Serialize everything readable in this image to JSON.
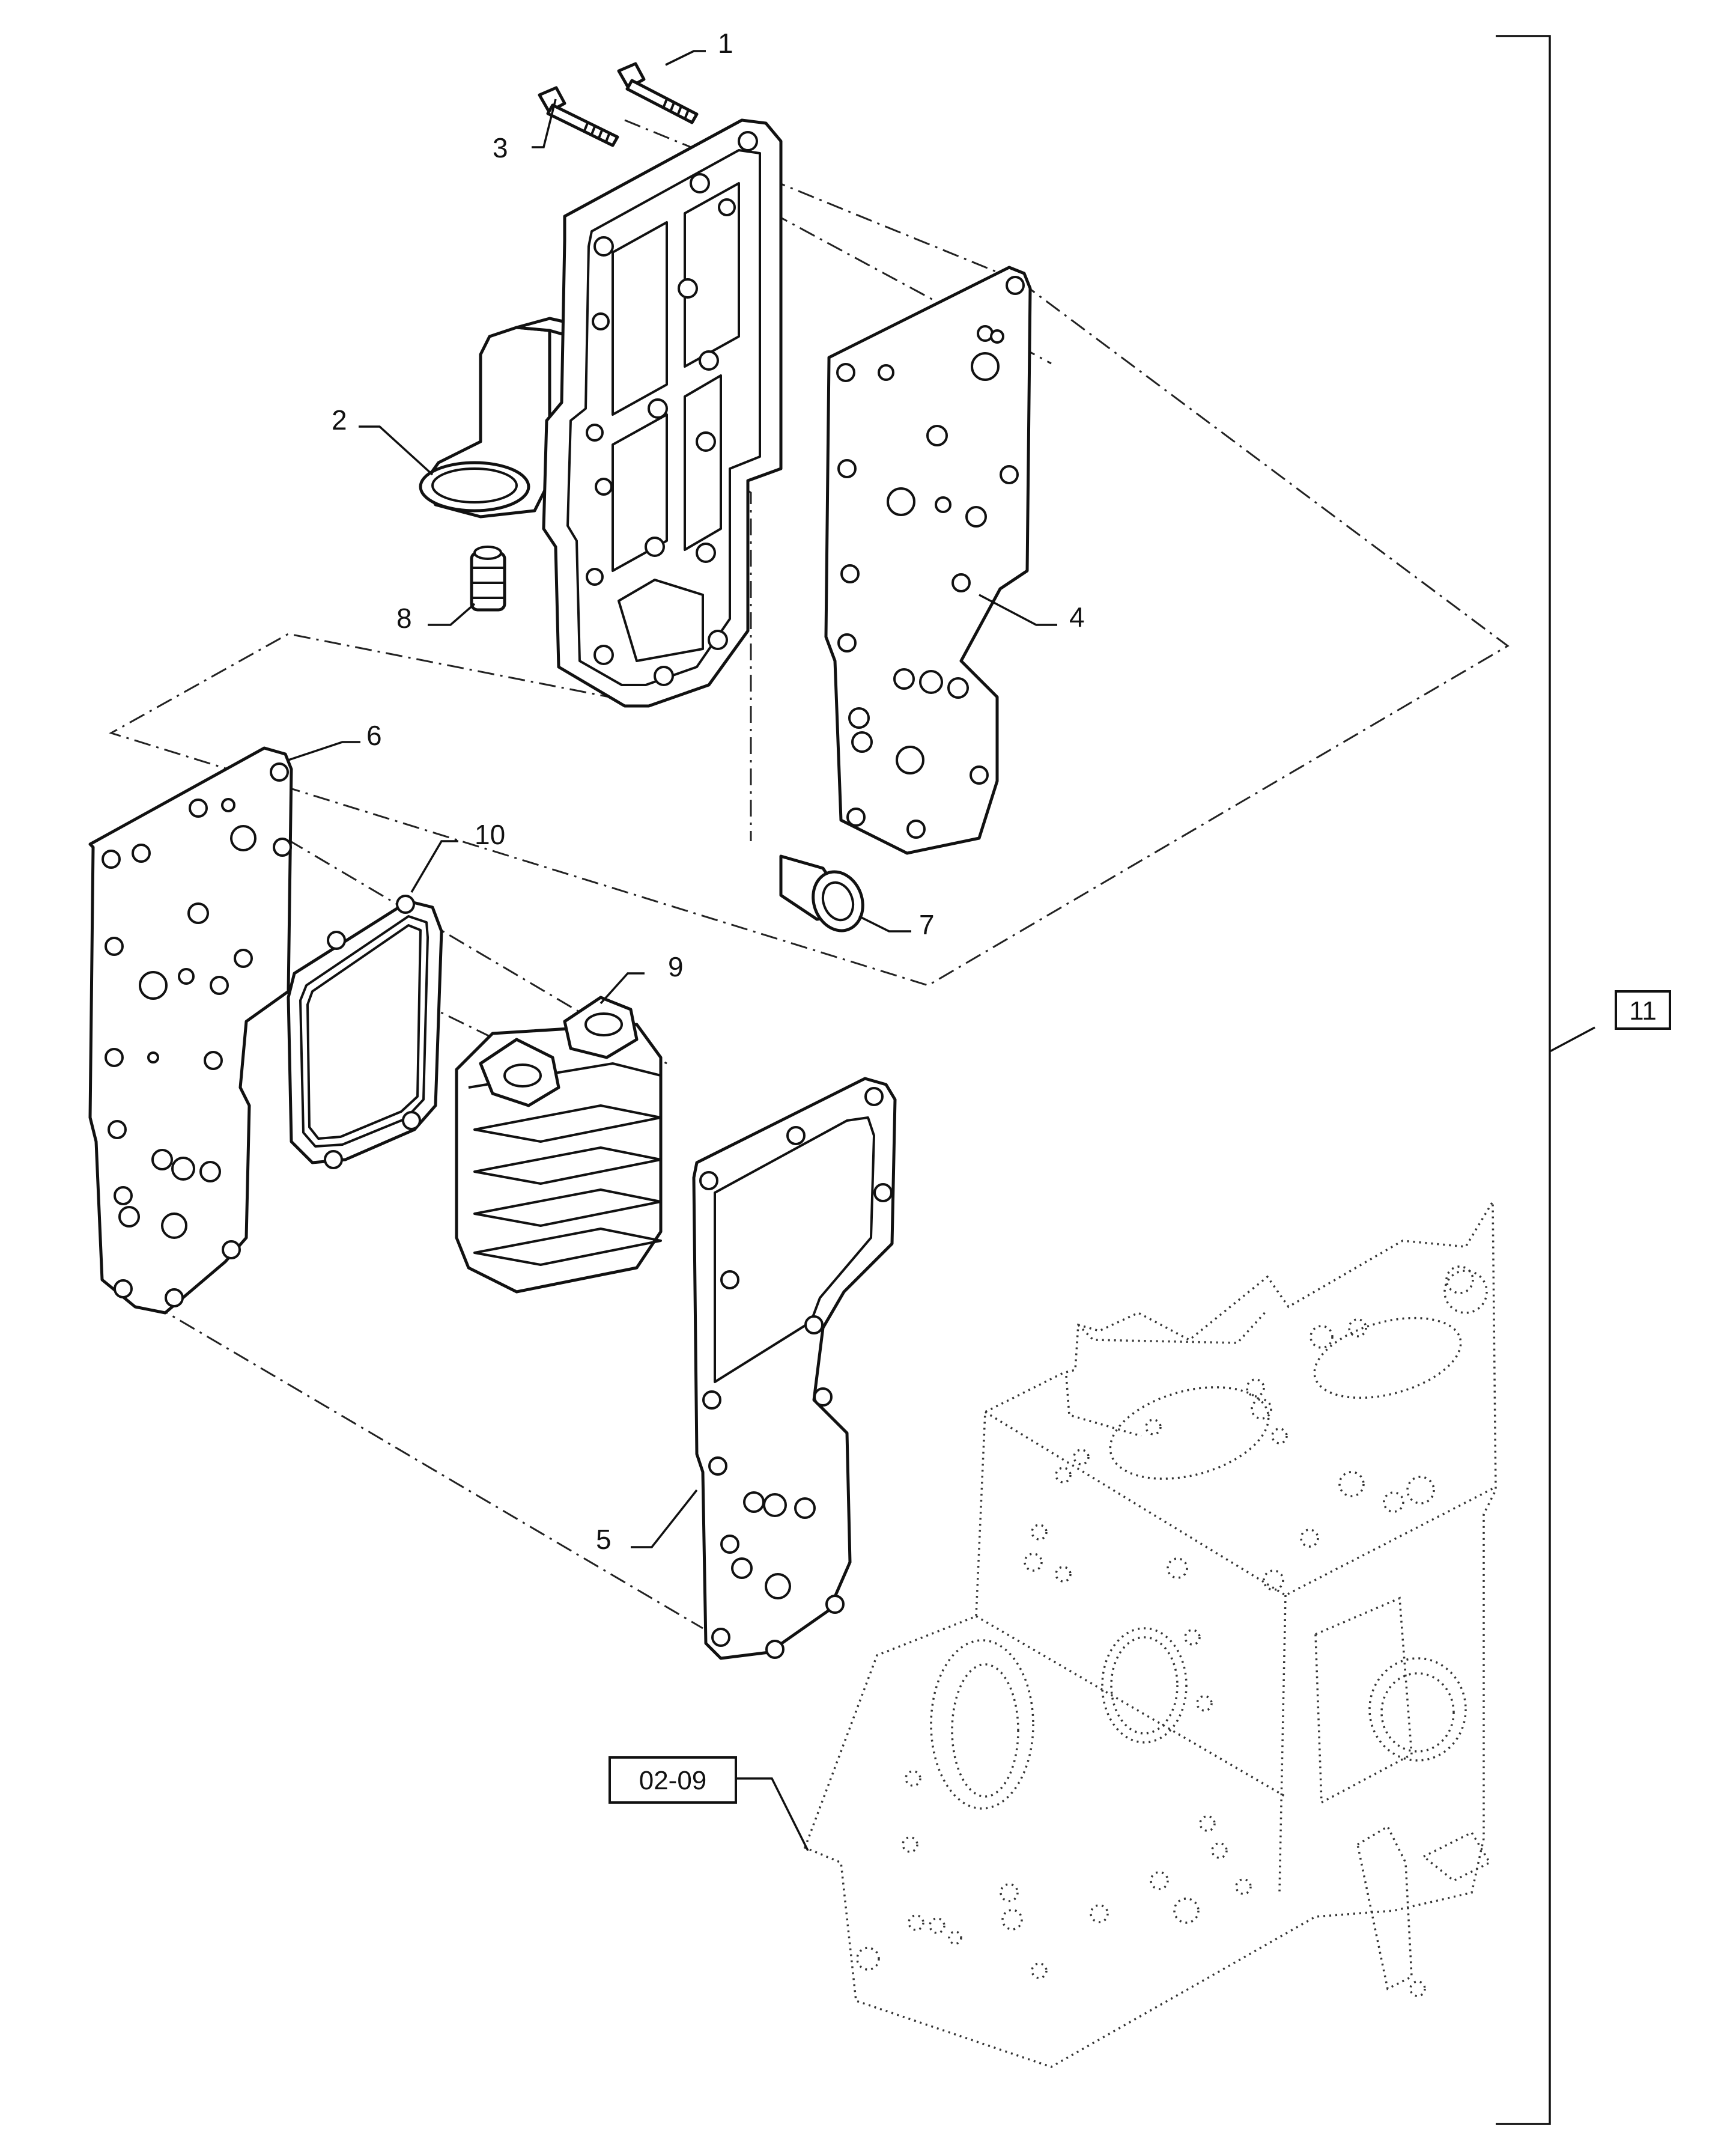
{
  "callouts": [
    {
      "id": "1",
      "text": "1"
    },
    {
      "id": "2",
      "text": "2"
    },
    {
      "id": "3",
      "text": "3"
    },
    {
      "id": "4",
      "text": "4"
    },
    {
      "id": "5",
      "text": "5"
    },
    {
      "id": "6",
      "text": "6"
    },
    {
      "id": "7",
      "text": "7"
    },
    {
      "id": "8",
      "text": "8"
    },
    {
      "id": "9",
      "text": "9"
    },
    {
      "id": "10",
      "text": "10"
    }
  ],
  "group_ref": {
    "text": "11"
  },
  "external_ref": {
    "text": "02-09"
  }
}
